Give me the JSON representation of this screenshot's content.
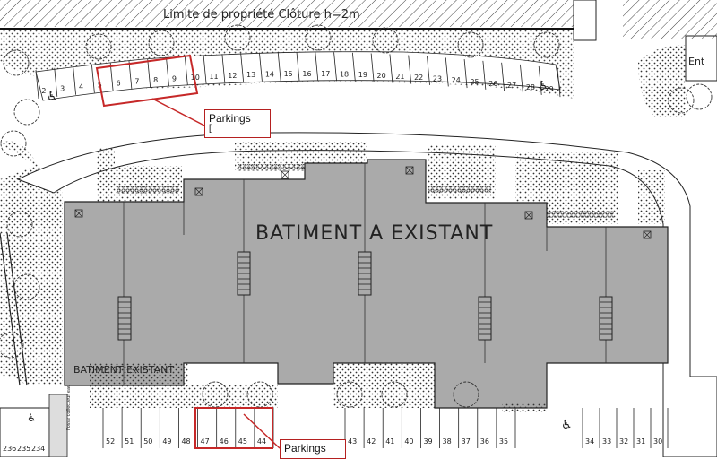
{
  "header": {
    "boundary_label": "Limite de propriété   Clôture  h=2m"
  },
  "building": {
    "main_label": "BATIMENT  A  EXISTANT",
    "corner_label": "BATIMENT EXISTANT"
  },
  "callouts": {
    "top": {
      "title": "Parkings",
      "sub": "["
    },
    "bottom": {
      "title": "Parkings"
    }
  },
  "side_notes": {
    "left_note": "Fosse collecteur eau"
  },
  "parking": {
    "top_row_numbers": [
      "2",
      "3",
      "4",
      "5",
      "6",
      "7",
      "8",
      "9",
      "10",
      "11",
      "12",
      "13",
      "14",
      "15",
      "16",
      "17",
      "18",
      "19",
      "20",
      "21",
      "22",
      "23",
      "24",
      "25",
      "26",
      "27",
      "28",
      "29"
    ],
    "bottom_left_numbers": [
      "52",
      "51",
      "50",
      "49",
      "48",
      "47",
      "46",
      "45",
      "44"
    ],
    "bottom_mid_numbers": [
      "43",
      "42",
      "41",
      "40",
      "39",
      "38",
      "37",
      "36",
      "35"
    ],
    "bottom_right_numbers": [
      "34",
      "33",
      "32",
      "31",
      "30"
    ],
    "bottom_far_left_numbers": [
      "236",
      "235",
      "234"
    ],
    "right_partial_label": "Ent"
  },
  "colors": {
    "building_fill": "#aaaaaa",
    "highlight": "#c62828"
  },
  "icons": [
    "wheelchair-icon",
    "tree-icon",
    "vent-icon",
    "stair-icon"
  ]
}
